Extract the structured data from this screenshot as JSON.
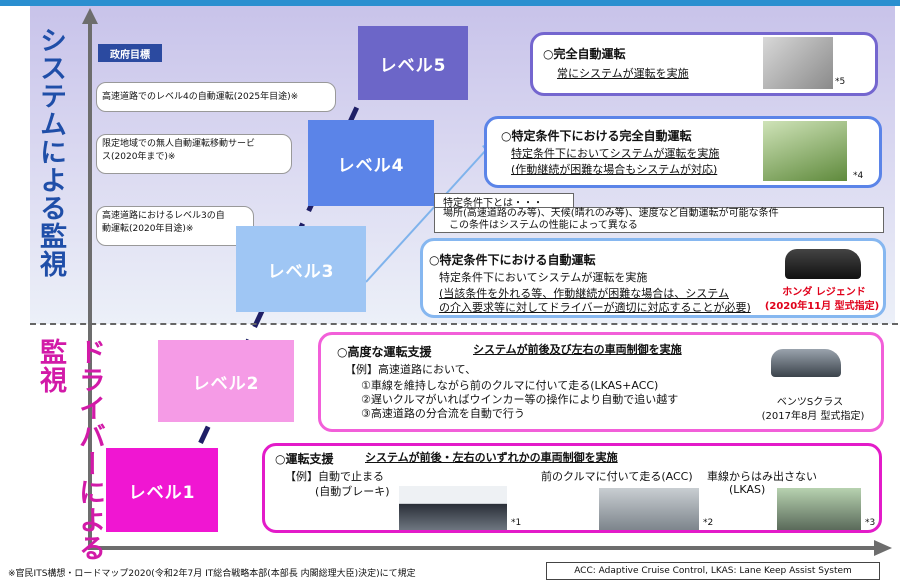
{
  "axis_labels": {
    "system": "システムによる監視",
    "driver": "ドライバーによる監視"
  },
  "government_target": {
    "badge": "政府目標",
    "goal_l4_highway": "高速道路でのレベル4の自動運転(2025年目途)※",
    "goal_l4_limited_line1": "限定地域での無人自動運転移動サービ",
    "goal_l4_limited_line2": "ス(2020年まで)※",
    "goal_l3_line1": "高速道路におけるレベル3の自",
    "goal_l3_line2": "動運転(2020年目途)※"
  },
  "levels": {
    "level5": "レベル5",
    "level4": "レベル4",
    "level3": "レベル3",
    "level2": "レベル2",
    "level1": "レベル1"
  },
  "card5": {
    "title": "完全自動運転",
    "sub": "常にシステムが運転を実施",
    "mark": "*5"
  },
  "card4": {
    "title": "特定条件下における完全自動運転",
    "sub1": "特定条件下においてシステムが運転を実施",
    "sub2": "(作動継続が困難な場合もシステムが対応)",
    "mark": "*4"
  },
  "condition_note": {
    "header": "特定条件下とは・・・",
    "line1": "場所(高速道路のみ等)、天候(晴れのみ等)、速度など自動運転が可能な条件",
    "line2": "この条件はシステムの性能によって異なる"
  },
  "card3": {
    "title": "特定条件下における自動運転",
    "sub1": "特定条件下においてシステムが運転を実施",
    "sub2": "(当該条件を外れる等、作動継続が困難な場合は、システム",
    "sub3": "の介入要求等に対してドライバーが適切に対応することが必要)",
    "car_name": "ホンダ レジェンド",
    "car_date": "(2020年11月 型式指定)"
  },
  "card2": {
    "title": "高度な運転支援",
    "headline": "システムが前後及び左右の車両制御を実施",
    "ex": "【例】高速道路において、",
    "item1": "①車線を維持しながら前のクルマに付いて走る(LKAS+ACC)",
    "item2": "②遅いクルマがいればウインカー等の操作により自動で追い越す",
    "item3": "③高速道路の分合流を自動で行う",
    "car_name": "ベンツSクラス",
    "car_date": "(2017年8月 型式指定)"
  },
  "card1": {
    "title": "運転支援",
    "headline": "システムが前後・左右のいずれかの車両制御を実施",
    "ex1": "【例】自動で止まる",
    "ex1b": "(自動ブレーキ)",
    "ex2": "前のクルマに付いて走る(ACC)",
    "ex3": "車線からはみ出さない",
    "ex3b": "(LKAS)",
    "mark1": "*1",
    "mark2": "*2",
    "mark3": "*3"
  },
  "footer": {
    "source": "※官民ITS構想・ロードマップ2020(令和2年7月 IT総合戦略本部(本部長 内閣総理大臣)決定)にて規定",
    "legend": "ACC: Adaptive Cruise Control, LKAS: Lane Keep Assist System"
  },
  "colors": {
    "level5": "#6c66c8",
    "level4": "#5b84e8",
    "level3": "#9fc6f4",
    "level2": "#f59be6",
    "level1": "#f016d2",
    "system_text": "#1f4ea8",
    "driver_text": "#d21aa8",
    "car_label_red": "#e0001a"
  }
}
